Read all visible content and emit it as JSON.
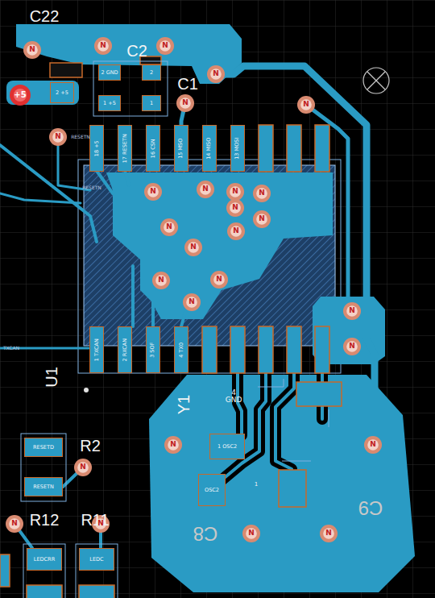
{
  "diagram": {
    "nodes": [
      {
        "text": [
          "18 +5"
        ]
      },
      {
        "text": [
          "17 RESETN"
        ]
      },
      {
        "text": [
          "16 CSN"
        ]
      },
      {
        "text": [
          "15 MSO"
        ]
      },
      {
        "text": [
          "14 MISO"
        ]
      },
      {
        "text": [
          "13 MOSI"
        ]
      },
      {
        "text": [
          "1 TXCAN"
        ]
      },
      {
        "text": [
          "2 RXCAN"
        ]
      },
      {
        "text": [
          "3 SOF"
        ]
      },
      {
        "text": [
          "4 TX0"
        ]
      },
      {
        "text": [
          "1 OSC2"
        ]
      },
      {
        "text": [
          "OSC2"
        ]
      },
      {
        "text": [
          "RESETD"
        ]
      },
      {
        "text": [
          "RESETN"
        ]
      },
      {
        "text": [
          "LEDCRR"
        ]
      },
      {
        "text": [
          "LEDC"
        ]
      },
      {
        "text": [
          "2 +5"
        ]
      },
      {
        "text": [
          "2 GND"
        ]
      },
      {
        "text": [
          "2"
        ]
      },
      {
        "text": [
          "1 +5"
        ]
      },
      {
        "text": [
          "1"
        ]
      }
    ],
    "labels": [
      "C22",
      "C2",
      "C1",
      "U1",
      "Y1",
      "R2",
      "R12",
      "R11",
      "C8",
      "C9",
      "RESETN",
      "RESETN",
      "TXCAN",
      "4 GND",
      "+5",
      "1",
      "N",
      "N",
      "N",
      "N",
      "N",
      "N",
      "N",
      "N",
      "N",
      "N",
      "N",
      "N",
      "N",
      "N",
      "N",
      "N",
      "N",
      "N",
      "N",
      "N",
      "N",
      "N",
      "N",
      "N",
      "N",
      "N",
      "N",
      "N"
    ]
  }
}
